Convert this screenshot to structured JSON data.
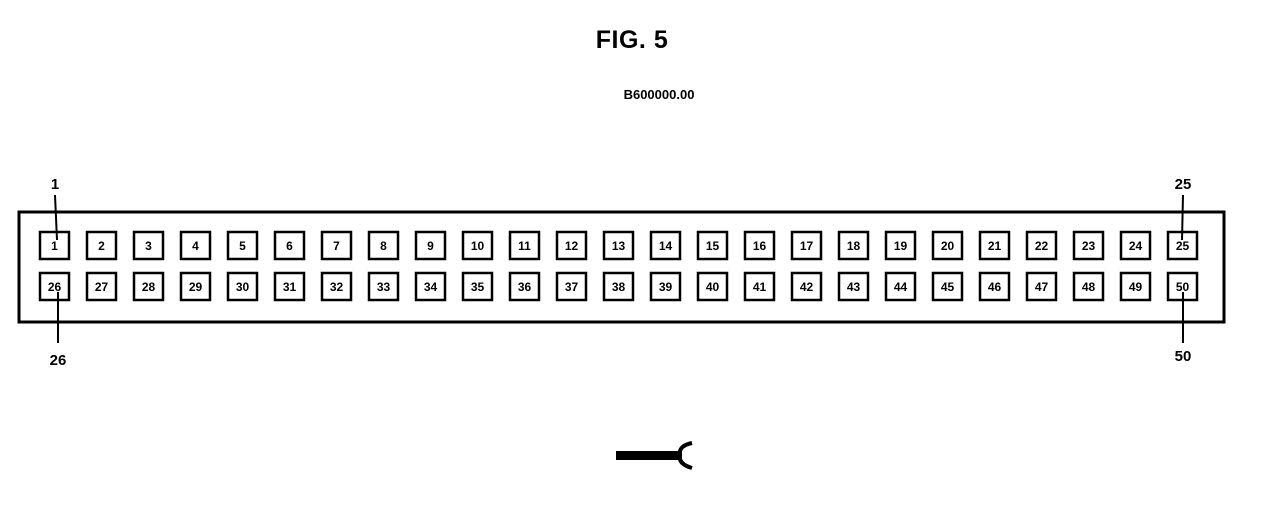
{
  "figure": {
    "title": "FIG. 5",
    "code": "B600000.00"
  },
  "connector": {
    "pins_row_top": [
      "1",
      "2",
      "3",
      "4",
      "5",
      "6",
      "7",
      "8",
      "9",
      "10",
      "11",
      "12",
      "13",
      "14",
      "15",
      "16",
      "17",
      "18",
      "19",
      "20",
      "21",
      "22",
      "23",
      "24",
      "25"
    ],
    "pins_row_bottom": [
      "26",
      "27",
      "28",
      "29",
      "30",
      "31",
      "32",
      "33",
      "34",
      "35",
      "36",
      "37",
      "38",
      "39",
      "40",
      "41",
      "42",
      "43",
      "44",
      "45",
      "46",
      "47",
      "48",
      "49",
      "50"
    ]
  },
  "callouts": {
    "top_left": "1",
    "top_right": "25",
    "bottom_left": "26",
    "bottom_right": "50"
  },
  "icons": {
    "harness": "wire-harness-icon"
  }
}
